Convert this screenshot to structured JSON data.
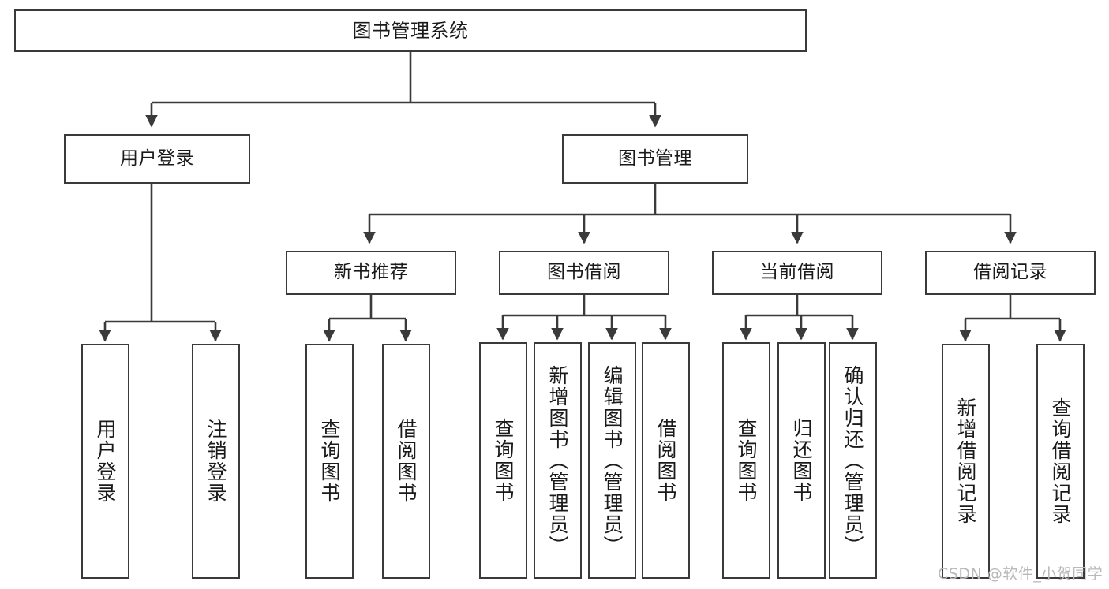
{
  "diagram": {
    "type": "hierarchy-tree",
    "title": "图书管理系统",
    "watermark": "CSDN @软件_小贺同学",
    "colors": {
      "box_border": "#3a3a3a",
      "box_fill": "#ffffff",
      "edge": "#3a3a3a",
      "text": "#1a1a1a",
      "watermark": "#b9b9b9",
      "background": "#ffffff"
    },
    "nodes": {
      "root": {
        "label": "图书管理系统"
      },
      "level2": [
        {
          "id": "user-login",
          "label": "用户登录"
        },
        {
          "id": "book-management",
          "label": "图书管理"
        }
      ],
      "level3": [
        {
          "id": "new-book-recommend",
          "label": "新书推荐"
        },
        {
          "id": "book-borrow",
          "label": "图书借阅"
        },
        {
          "id": "current-borrow",
          "label": "当前借阅"
        },
        {
          "id": "borrow-record",
          "label": "借阅记录"
        }
      ],
      "leaves": {
        "user-login": [
          {
            "id": "leaf-user-login",
            "label": "用户登录"
          },
          {
            "id": "leaf-logout",
            "label": "注销登录"
          }
        ],
        "new-book-recommend": [
          {
            "id": "leaf-query-book-1",
            "label": "查询图书"
          },
          {
            "id": "leaf-borrow-book-1",
            "label": "借阅图书"
          }
        ],
        "book-borrow": [
          {
            "id": "leaf-query-book-2",
            "label": "查询图书"
          },
          {
            "id": "leaf-add-book",
            "label": "新增图书（管理员）"
          },
          {
            "id": "leaf-edit-book",
            "label": "编辑图书（管理员）"
          },
          {
            "id": "leaf-borrow-book-2",
            "label": "借阅图书"
          }
        ],
        "current-borrow": [
          {
            "id": "leaf-query-book-3",
            "label": "查询图书"
          },
          {
            "id": "leaf-return-book",
            "label": "归还图书"
          },
          {
            "id": "leaf-confirm-return",
            "label": "确认归还（管理员）"
          }
        ],
        "borrow-record": [
          {
            "id": "leaf-add-record",
            "label": "新增借阅记录"
          },
          {
            "id": "leaf-query-record",
            "label": "查询借阅记录"
          }
        ]
      }
    }
  }
}
